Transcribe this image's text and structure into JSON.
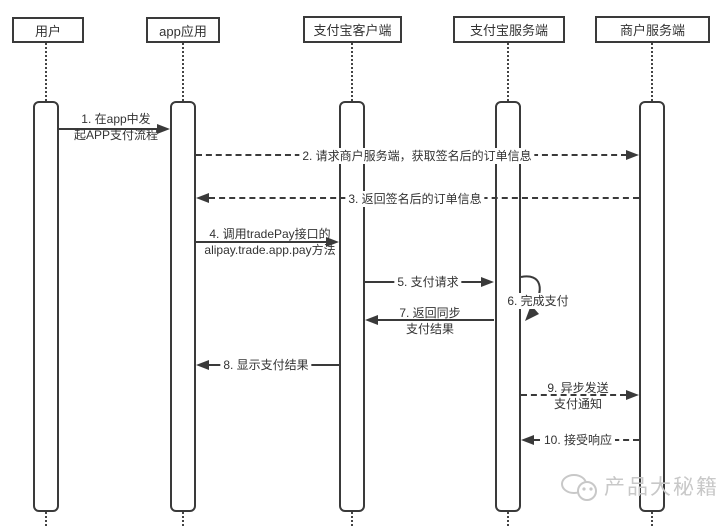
{
  "actors": [
    {
      "label": "用户"
    },
    {
      "label": "app应用"
    },
    {
      "label": "支付宝客户端"
    },
    {
      "label": "支付宝服务端"
    },
    {
      "label": "商户服务端"
    }
  ],
  "messages": [
    {
      "num": 1,
      "type": "solid",
      "from": "用户",
      "to": "app应用",
      "label": "1. 在app中发\n起APP支付流程"
    },
    {
      "num": 2,
      "type": "dashed",
      "from": "app应用",
      "to": "商户服务端",
      "label": "2. 请求商户服务端，获取签名后的订单信息"
    },
    {
      "num": 3,
      "type": "dashed",
      "from": "商户服务端",
      "to": "app应用",
      "label": "3. 返回签名后的订单信息"
    },
    {
      "num": 4,
      "type": "solid",
      "from": "app应用",
      "to": "支付宝客户端",
      "label": "4. 调用tradePay接口的\nalipay.trade.app.pay方法"
    },
    {
      "num": 5,
      "type": "solid",
      "from": "支付宝客户端",
      "to": "支付宝服务端",
      "label": "5. 支付请求"
    },
    {
      "num": 6,
      "type": "self",
      "from": "支付宝服务端",
      "to": "支付宝服务端",
      "label": "6. 完成支付"
    },
    {
      "num": 7,
      "type": "solid",
      "from": "支付宝服务端",
      "to": "支付宝客户端",
      "label": "7. 返回同步\n支付结果"
    },
    {
      "num": 8,
      "type": "solid",
      "from": "支付宝客户端",
      "to": "app应用",
      "label": "8. 显示支付结果"
    },
    {
      "num": 9,
      "type": "dashed",
      "from": "支付宝服务端",
      "to": "商户服务端",
      "label": "9. 异步发送\n支付通知"
    },
    {
      "num": 10,
      "type": "dashed",
      "from": "商户服务端",
      "to": "支付宝服务端",
      "label": "10. 接受响应"
    }
  ],
  "watermark": {
    "text": "产品大秘籍"
  },
  "colors": {
    "line": "#3a3a3a",
    "text": "#333333",
    "watermark": "#c8c8c8"
  }
}
